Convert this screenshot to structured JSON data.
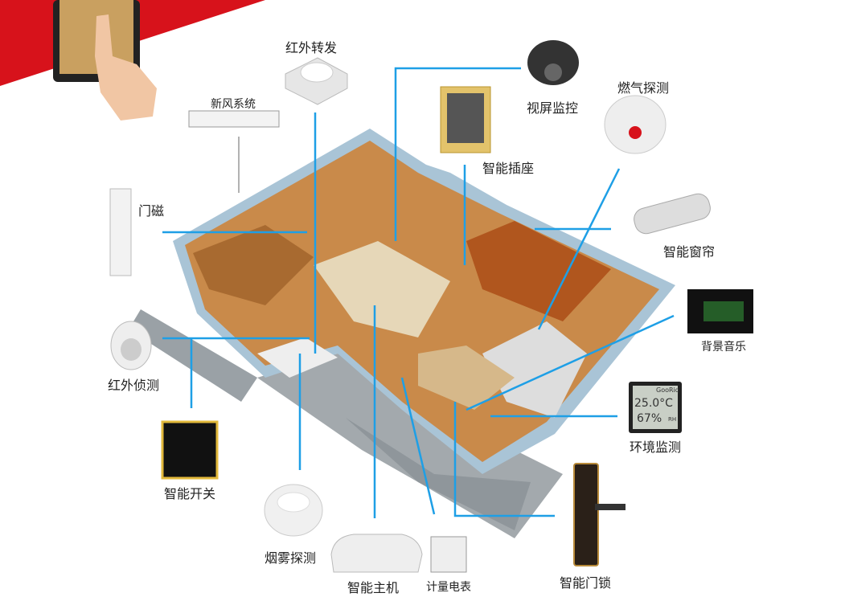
{
  "labels": {
    "ir_forward": "红外转发",
    "fresh_air": "新风系统",
    "door_sensor": "门磁",
    "video_monitor": "视屏监控",
    "gas_detect": "燃气探测",
    "smart_socket": "智能插座",
    "smart_curtain": "智能窗帘",
    "bg_music": "背景音乐",
    "ir_detect": "红外侦测",
    "env_monitor": "环境监测",
    "smart_switch": "智能开关",
    "smoke_detect": "烟雾探测",
    "smart_host": "智能主机",
    "meter": "计量电表",
    "smart_lock": "智能门锁"
  },
  "env_display": {
    "brand": "GooRiq",
    "temperature": "25.0°C",
    "humidity": "67%",
    "unit": "RH"
  },
  "colors": {
    "connector": "#1e9fe6",
    "accent_red": "#d7121b",
    "wall": "#a9c4d6",
    "floor": "#c98a4a",
    "deck": "#9aa1a6"
  }
}
